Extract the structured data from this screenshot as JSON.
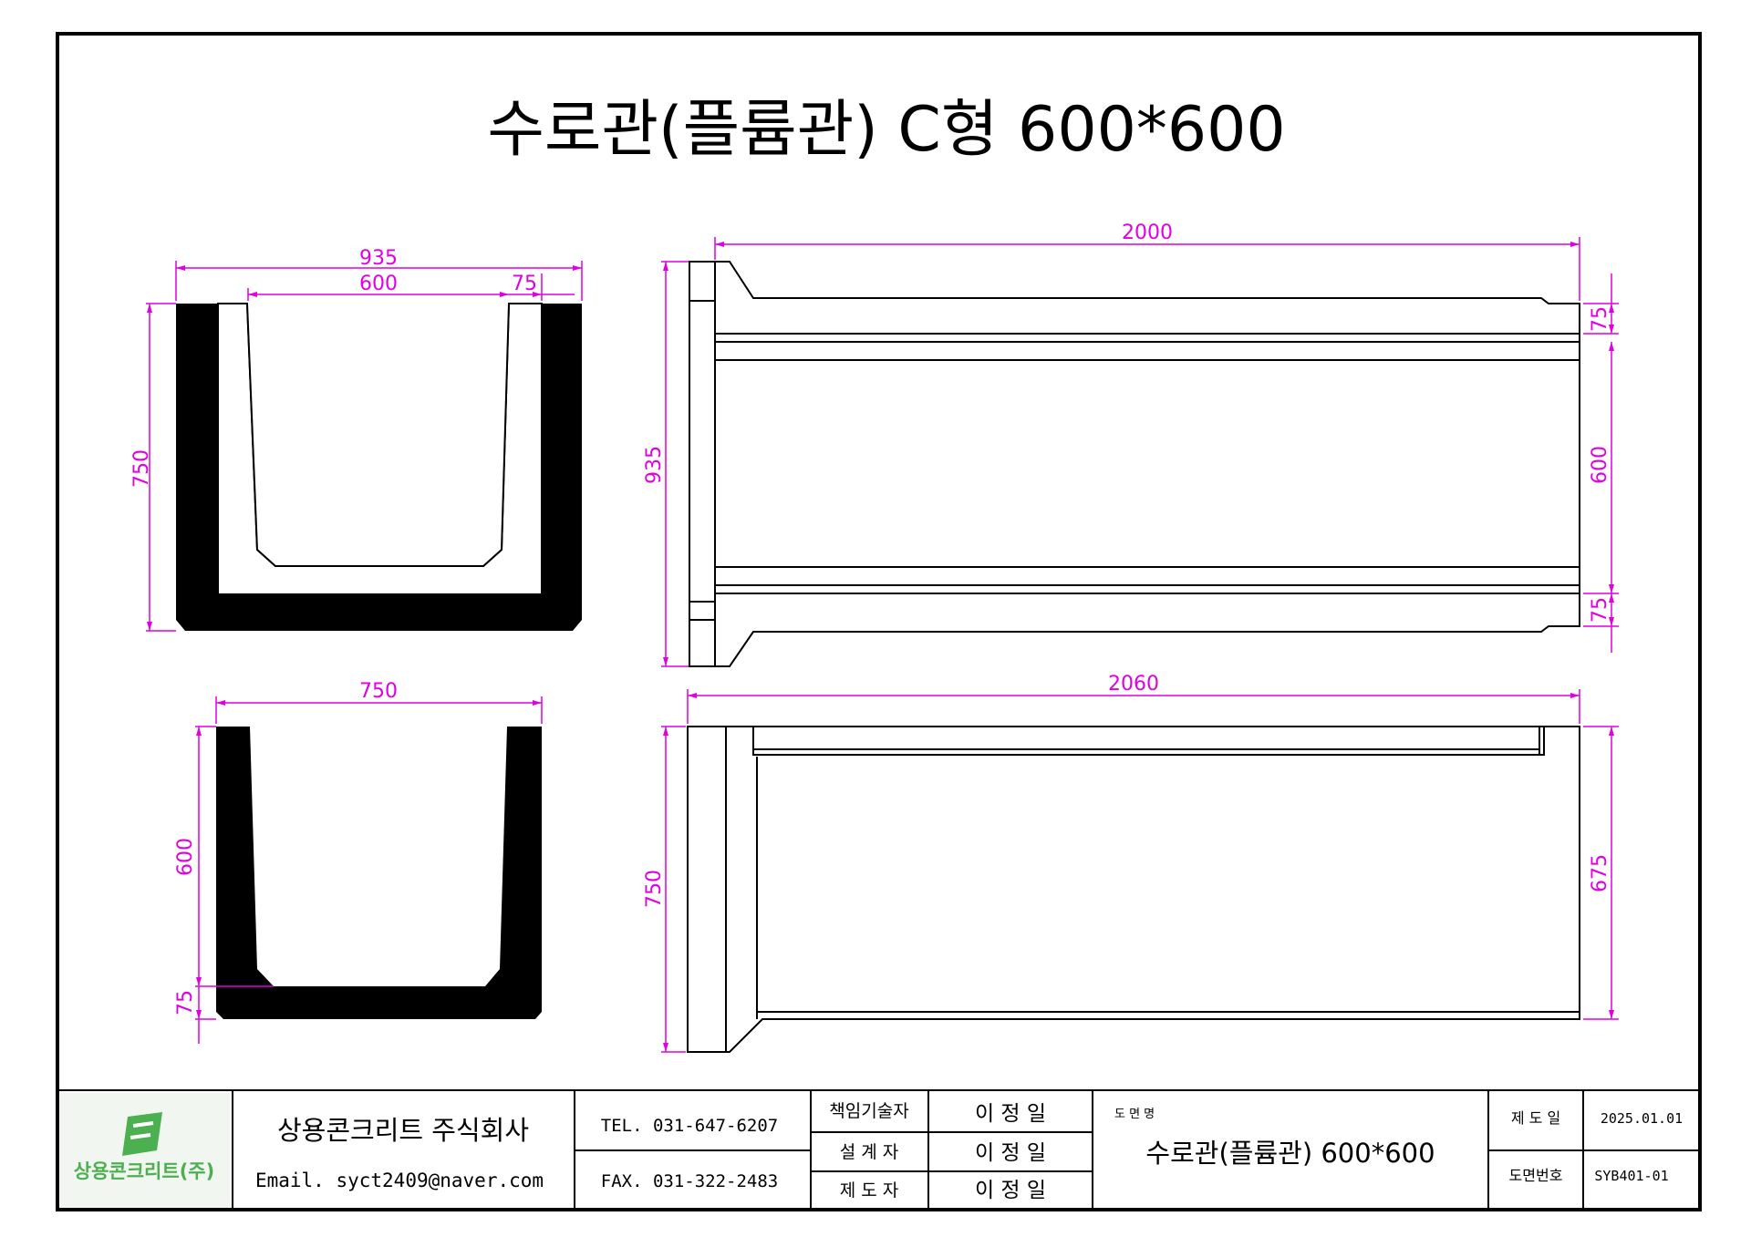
{
  "drawing": {
    "title": "수로관(플륨관) C형 600*600",
    "colors": {
      "dimension": "#e000e0",
      "line": "#000000",
      "logo_green": "#4caf50"
    }
  },
  "dimensions": {
    "front_top": {
      "overall_width": "935",
      "inner_width": "600",
      "wall": "75",
      "height": "750"
    },
    "front_bottom": {
      "width": "750",
      "inner_height": "600",
      "base": "75"
    },
    "plan_view": {
      "length": "2000",
      "width": "935",
      "edge_top": "75",
      "inner": "600",
      "edge_bottom": "75"
    },
    "side_view": {
      "length": "2060",
      "height": "750",
      "inner_height": "675"
    }
  },
  "title_block": {
    "logo_text": "상용콘크리트(주)",
    "logo_icon": "sy-logo-icon",
    "company": "상용콘크리트 주식회사",
    "email": "Email. syct2409@naver.com",
    "tel": "TEL. 031-647-6207",
    "fax": "FAX. 031-322-2483",
    "roles": [
      {
        "label": "책임기술자",
        "name": "이 정 일"
      },
      {
        "label": "설 계 자",
        "name": "이 정 일"
      },
      {
        "label": "제 도 자",
        "name": "이 정 일"
      }
    ],
    "drawing_name_label": "도 면 명",
    "drawing_name": "수로관(플륨관) 600*600",
    "date_label": "제 도 일",
    "date": "2025.01.01",
    "number_label": "도면번호",
    "number": "SYB401-01"
  }
}
